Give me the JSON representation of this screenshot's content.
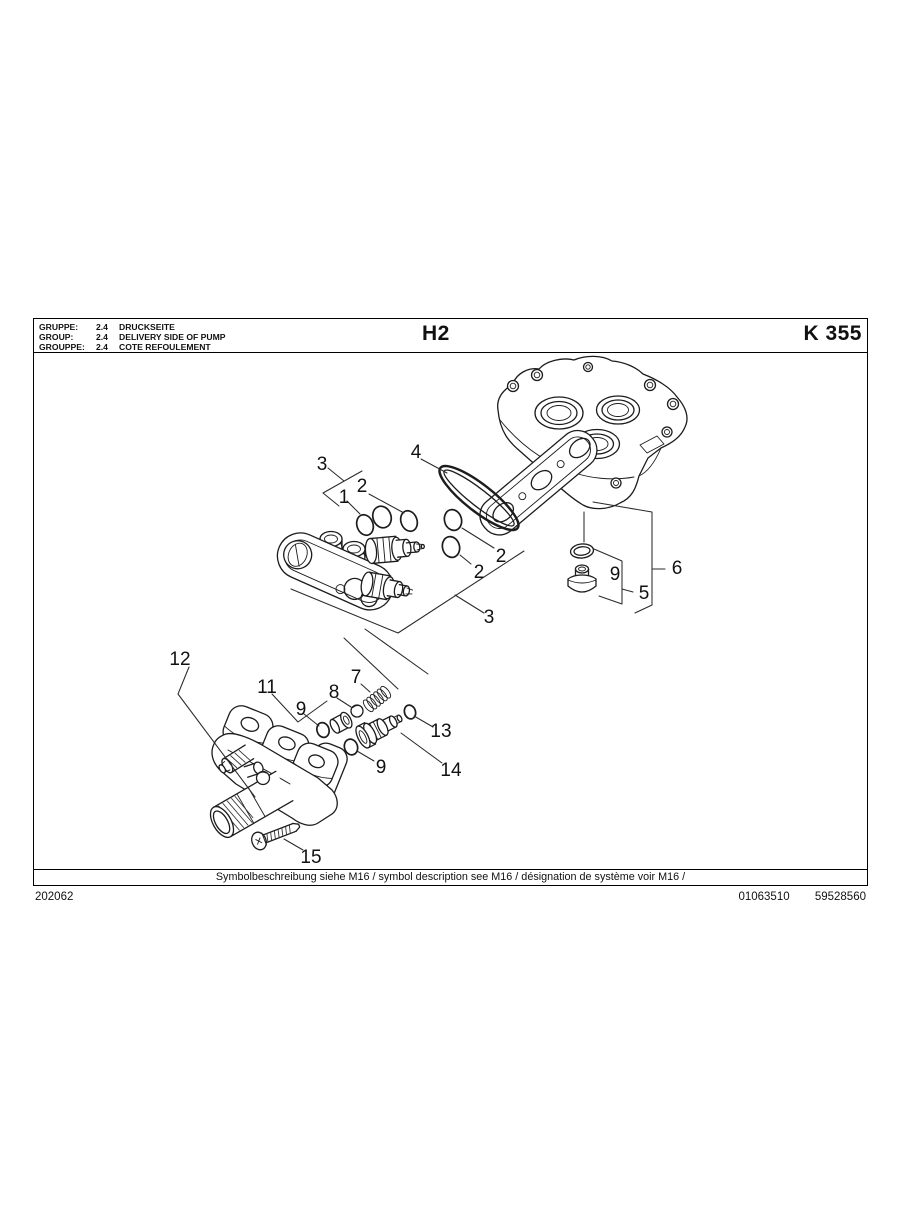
{
  "header": {
    "rows": [
      {
        "label": "GRUPPE:",
        "code": "2.4",
        "text": "DRUCKSEITE"
      },
      {
        "label": "GROUP:",
        "code": "2.4",
        "text": "DELIVERY SIDE OF PUMP"
      },
      {
        "label": "GROUPPE:",
        "code": "2.4",
        "text": "COTE REFOULEMENT"
      }
    ],
    "sheet_code": "H2",
    "catalog_code": "K 355"
  },
  "diagram": {
    "callouts": {
      "c1": "1",
      "c2a": "2",
      "c2b": "2",
      "c2c": "2",
      "c3a": "3",
      "c3b": "3",
      "c4": "4",
      "c5": "5",
      "c6": "6",
      "c7": "7",
      "c8": "8",
      "c9a": "9",
      "c9b": "9",
      "c9c": "9",
      "c11": "11",
      "c12": "12",
      "c13": "13",
      "c14": "14",
      "c15": "15"
    }
  },
  "footer": {
    "symbol_note": "Symbolbeschreibung siehe M16 / symbol description see M16 / désignation de système voir M16 /",
    "doc_number": "202062",
    "code_left": "01063510",
    "code_right": "59528560"
  },
  "colors": {
    "ink": "#1c1c1c",
    "paper": "#ffffff"
  }
}
